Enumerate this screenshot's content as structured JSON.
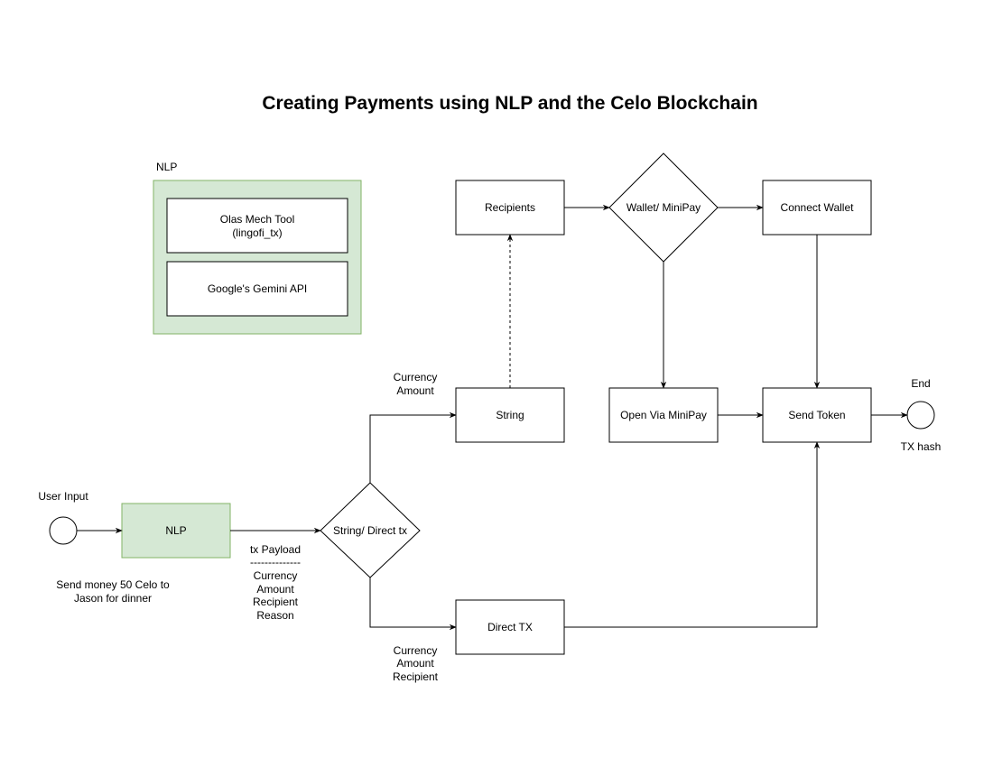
{
  "title": "Creating Payments using NLP and the Celo Blockchain",
  "colors": {
    "nlp_fill": "#d5e8d4",
    "nlp_stroke": "#82b366",
    "line": "#000000"
  },
  "nlp_group": {
    "label": "NLP",
    "tool_1": [
      "Olas Mech Tool",
      "(lingofi_tx)"
    ],
    "tool_2": "Google's Gemini API"
  },
  "nodes": {
    "user_input_label": "User Input",
    "user_input_caption": [
      "Send money 50 Celo to",
      "Jason for dinner"
    ],
    "nlp": "NLP",
    "decision_string_direct": "String/ Direct tx",
    "string": "String",
    "direct_tx": "Direct TX",
    "recipients": "Recipients",
    "decision_wallet": "Wallet/ MiniPay",
    "connect_wallet": "Connect Wallet",
    "open_minipay": "Open Via MiniPay",
    "send_token": "Send Token",
    "end_label": "End",
    "end_caption": "TX hash"
  },
  "edge_labels": {
    "payload": [
      "tx Payload",
      "--------------",
      "Currency",
      "Amount",
      "Recipient",
      "Reason"
    ],
    "to_string": [
      "Currency",
      "Amount"
    ],
    "to_direct": [
      "Currency",
      "Amount",
      "Recipient"
    ]
  }
}
